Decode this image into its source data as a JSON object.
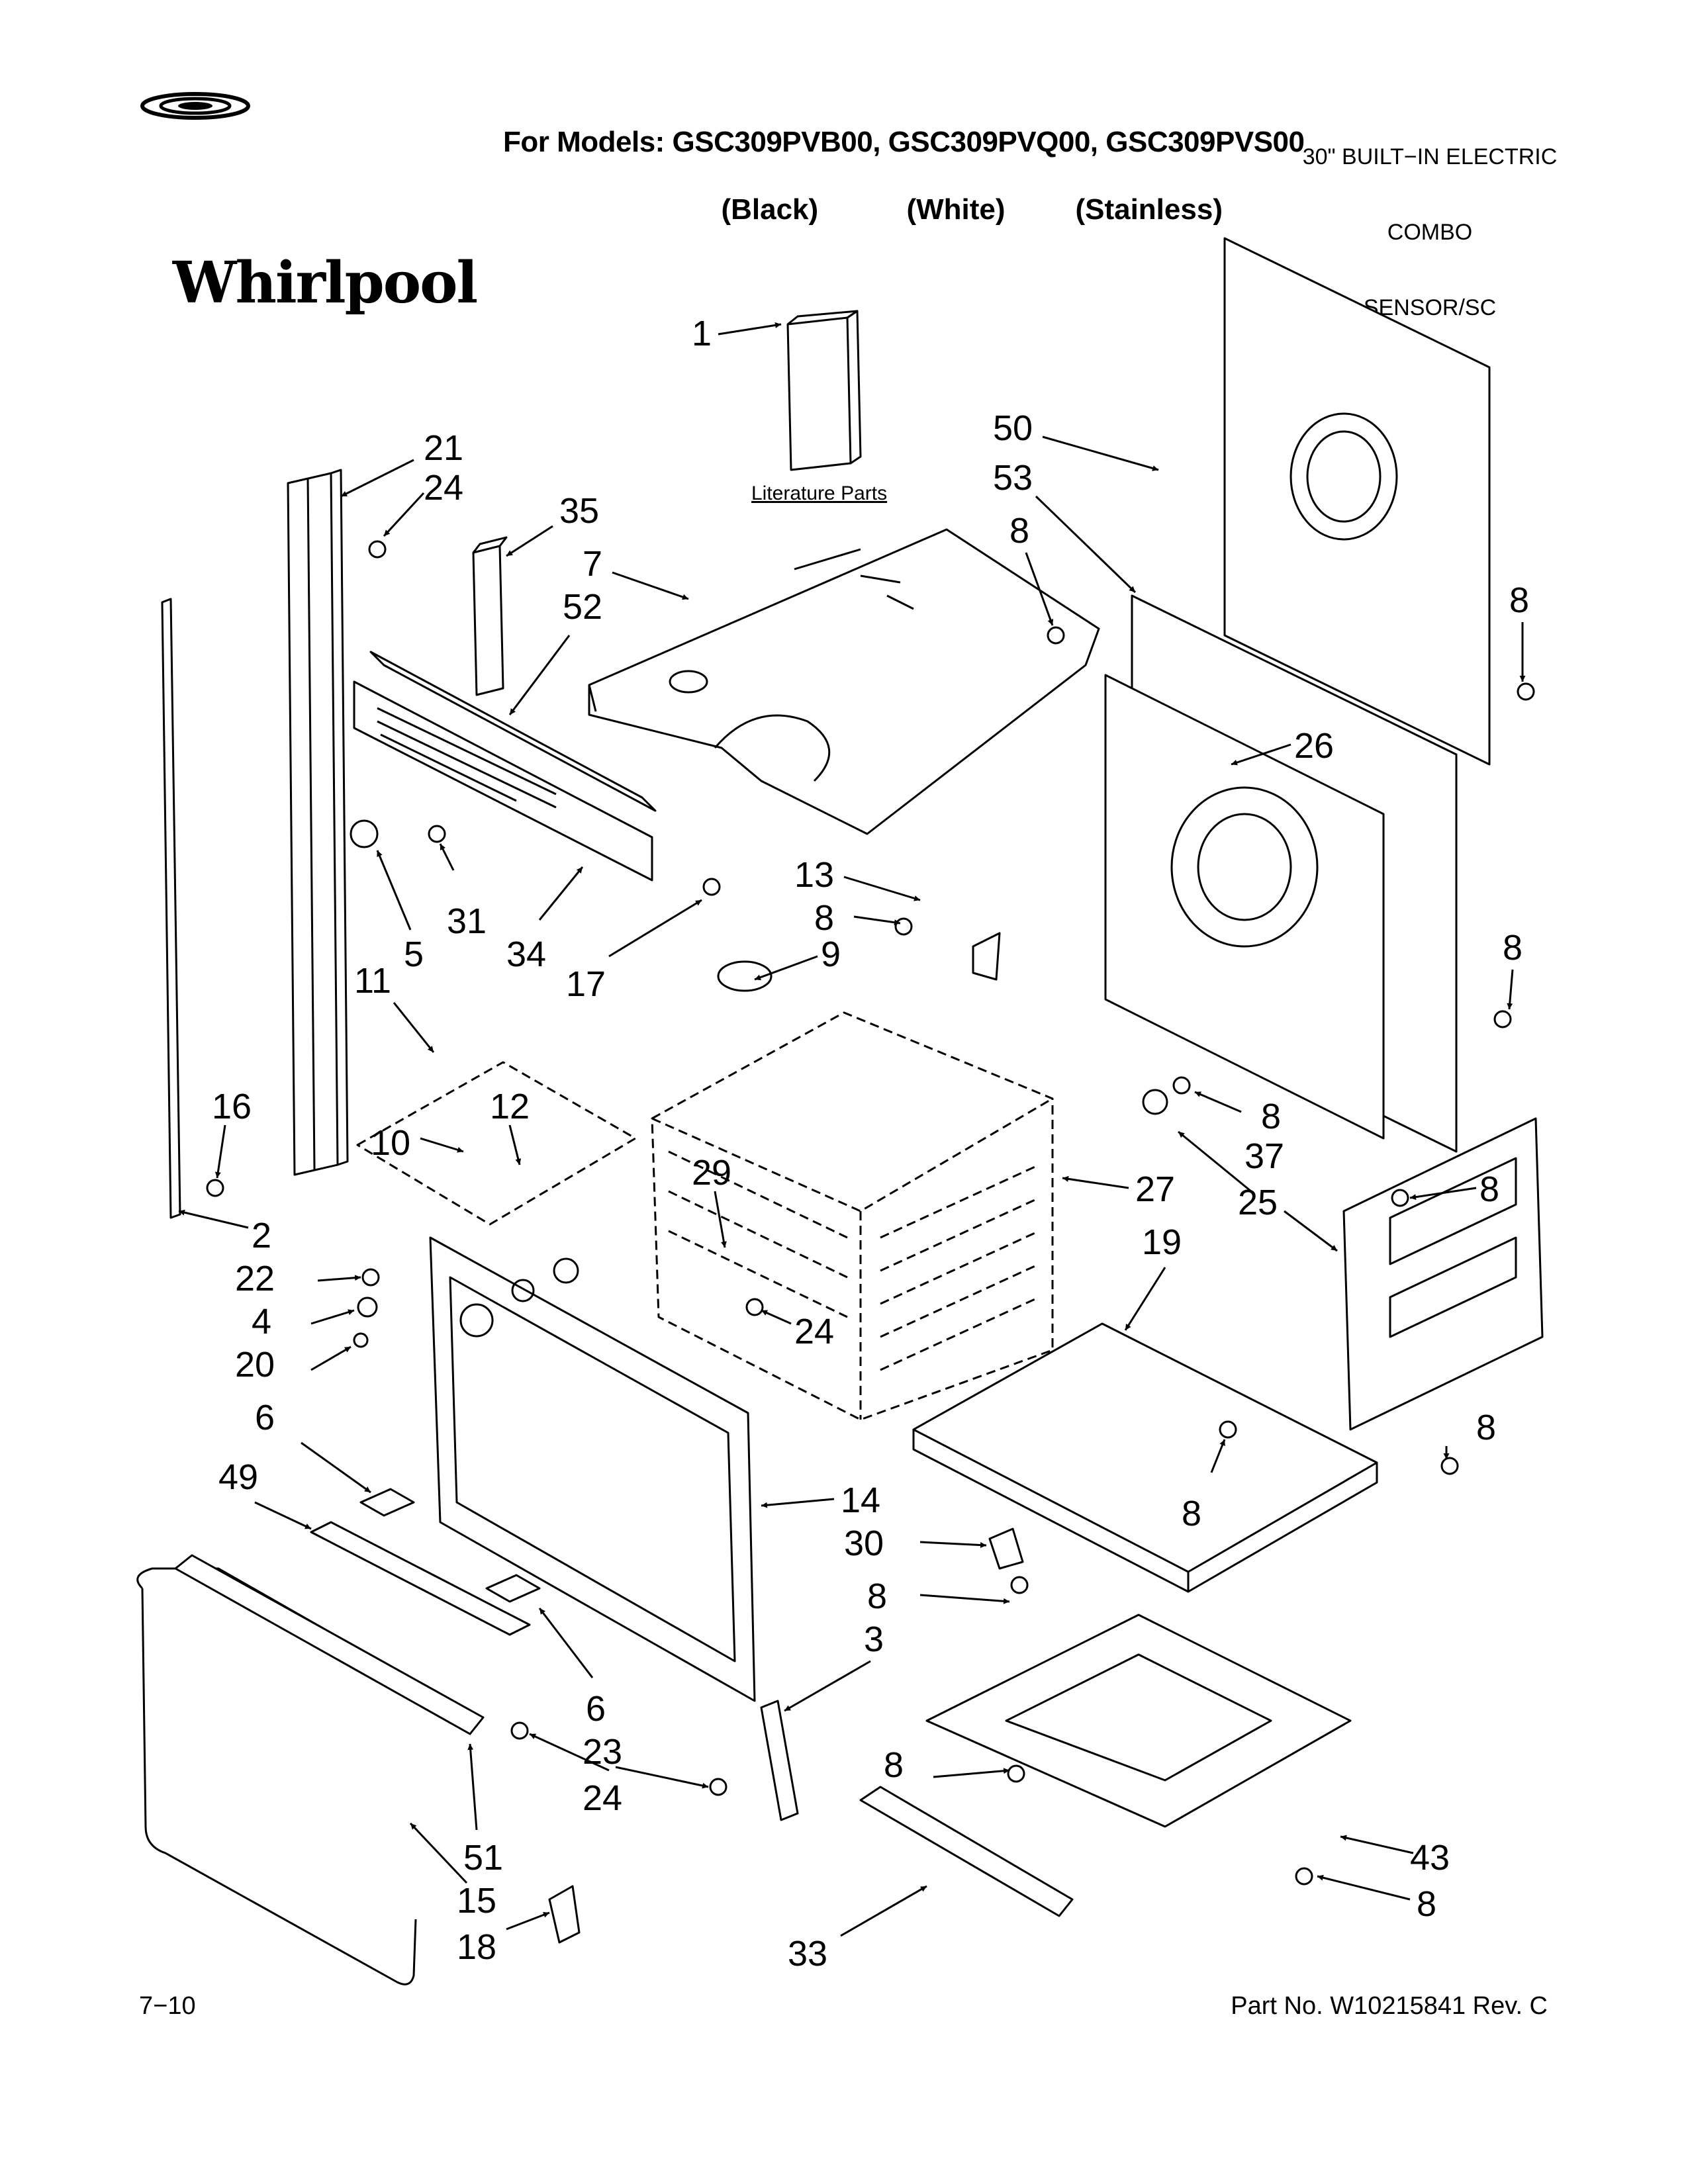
{
  "header": {
    "brand": "Whirlpool",
    "models_line": "For Models: GSC309PVB00, GSC309PVQ00, GSC309PVS00",
    "colors": [
      "(Black)",
      "(White)",
      "(Stainless)"
    ],
    "product_type": [
      "30\" BUILT−IN ELECTRIC",
      "COMBO",
      "SENSOR/SC"
    ]
  },
  "diagram": {
    "literature_label": "Literature Parts",
    "callouts": [
      "1",
      "21",
      "24",
      "35",
      "7",
      "52",
      "50",
      "53",
      "8",
      "8",
      "26",
      "13",
      "8",
      "9",
      "17",
      "5",
      "31",
      "34",
      "11",
      "12",
      "10",
      "16",
      "2",
      "29",
      "27",
      "8",
      "8",
      "8",
      "37",
      "25",
      "19",
      "22",
      "4",
      "20",
      "24",
      "6",
      "49",
      "14",
      "30",
      "8",
      "8",
      "8",
      "6",
      "3",
      "23",
      "24",
      "51",
      "8",
      "43",
      "15",
      "18",
      "33",
      "8"
    ]
  },
  "footer": {
    "page": "7−10",
    "part_number": "Part No. W10215841 Rev. C"
  }
}
